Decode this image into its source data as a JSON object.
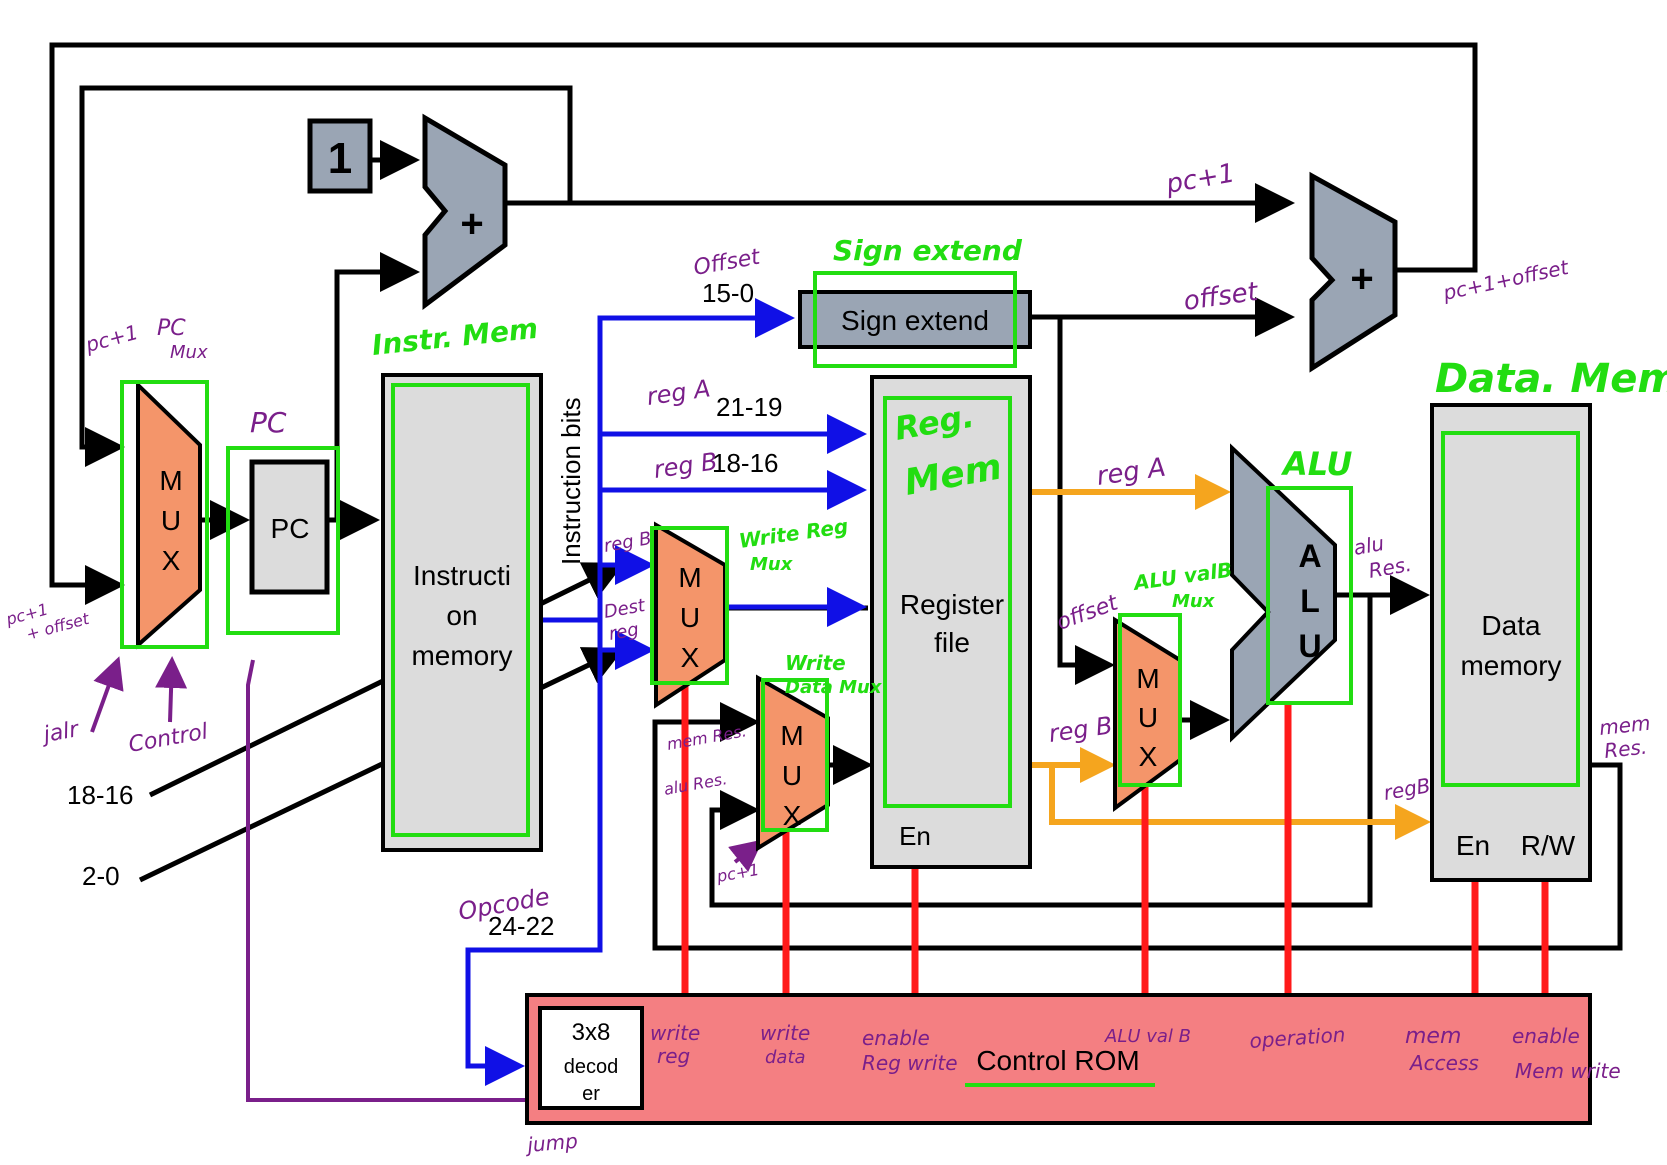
{
  "components": {
    "const_one": "1",
    "adder_top": "+",
    "adder_right": "+",
    "pc_mux": [
      "M",
      "U",
      "X"
    ],
    "pc": "PC",
    "instr_mem": [
      "Instructi",
      "on",
      "memory"
    ],
    "sign_extend": "Sign extend",
    "register_file": [
      "Register",
      "file"
    ],
    "reg_en": "En",
    "write_reg_mux": [
      "M",
      "U",
      "X"
    ],
    "write_data_mux": [
      "M",
      "U",
      "X"
    ],
    "alu_valb_mux": [
      "M",
      "U",
      "X"
    ],
    "alu": [
      "A",
      "L",
      "U"
    ],
    "data_memory": [
      "Data",
      "memory"
    ],
    "dm_en": "En",
    "dm_rw": "R/W",
    "decoder": [
      "3x8",
      "decod",
      "er"
    ],
    "control_rom": "Control ROM"
  },
  "bit_labels": {
    "offset_bits": "15-0",
    "rega_bits": "21-19",
    "regb_bits": "18-16",
    "instruction_bits": "Instruction bits",
    "bits_18_16": "18-16",
    "bits_2_0": "2-0",
    "opcode_bits": "24-22"
  },
  "annotations_green": {
    "pc_mux": [
      "PC",
      "Mux"
    ],
    "pc": "PC",
    "instr_mem": "Instr. Mem",
    "sign_extend": "Sign extend",
    "reg_mem": [
      "Reg.",
      "Mem"
    ],
    "alu": "ALU",
    "data_mem": "Data. Mem",
    "write_reg_mux": [
      "Write Reg",
      "Mux"
    ],
    "write_data_mux": [
      "Write",
      "Data Mux"
    ],
    "alu_valb_mux": [
      "ALU valB",
      "Mux"
    ],
    "control_rom_underline": ""
  },
  "annotations_purple": {
    "pc_plus_1_top": "pc+1",
    "pc_plus_1_left": "pc+1",
    "pc_plus_1_offset_left": [
      "pc+1",
      "+ offset"
    ],
    "jalr": "jalr",
    "control": "Control",
    "offset_top": "Offset",
    "offset_right": "offset",
    "pc_plus_1_offset_right": "pc+1+offset",
    "reg_a_bits": "reg A",
    "reg_b_bits": "reg B",
    "reg_b_mux": "reg B",
    "dest_reg": [
      "Dest",
      "reg"
    ],
    "mem_res_mux": "mem Res.",
    "alu_res_mux": "alu Res.",
    "pc_plus_1_mux": "pc+1",
    "reg_a_alu": "reg A",
    "reg_b_alu": "reg B",
    "offset_alu": "offset",
    "alu_res": [
      "alu",
      "Res."
    ],
    "reg_b_dm": "regB",
    "mem_res": [
      "mem",
      "Res."
    ],
    "opcode": "Opcode",
    "jump": "jump",
    "write_reg": [
      "write",
      "reg"
    ],
    "write_data": [
      "write",
      "data"
    ],
    "enable_reg_write": [
      "enable",
      "Reg write"
    ],
    "alu_valb": "ALU val B",
    "operation": "operation",
    "mem_access": [
      "mem",
      "Access"
    ],
    "enable_mem_write": [
      "enable",
      "Mem write"
    ]
  },
  "colors": {
    "wire_black": "#000000",
    "wire_blue": "#1010e6",
    "wire_orange": "#f5a51e",
    "wire_red": "#ff1a1a",
    "wire_purple": "#7a1f8a",
    "mux_fill": "#f4956a",
    "gray_fill": "#9aa5b4",
    "light_fill": "#dcdcdc",
    "rom_fill": "#f47f82",
    "green_highlight": "#22dd11"
  }
}
